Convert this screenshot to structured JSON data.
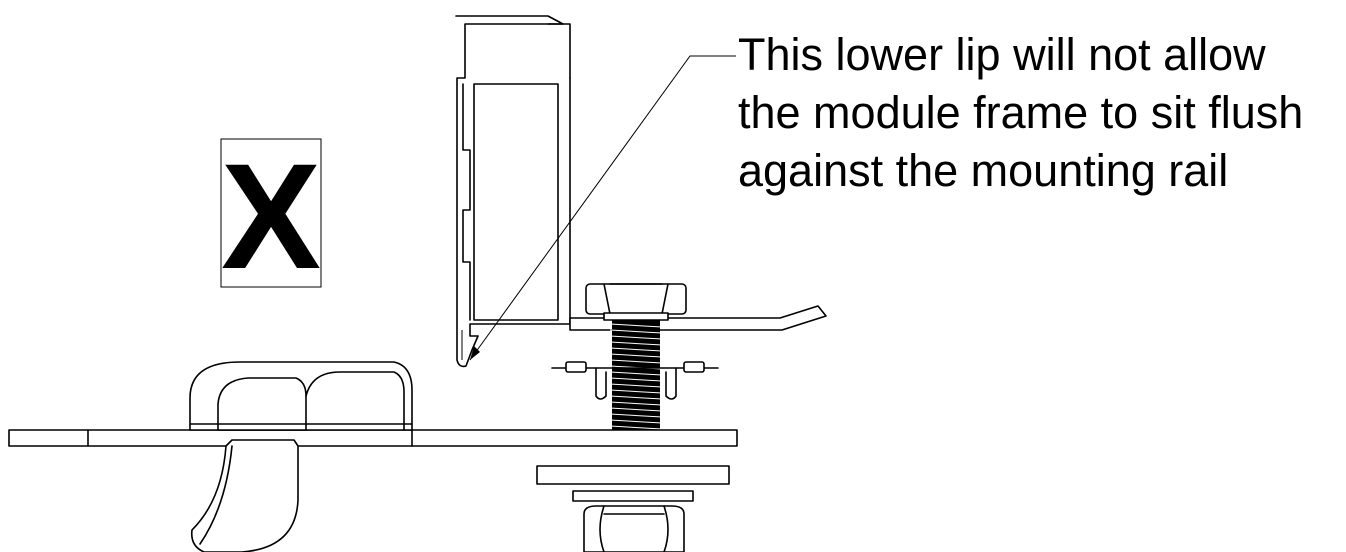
{
  "callout": {
    "lines": [
      "This lower lip will not allow",
      "the module frame to sit flush",
      "against the mounting rail"
    ]
  },
  "marker": {
    "symbol": "X"
  }
}
